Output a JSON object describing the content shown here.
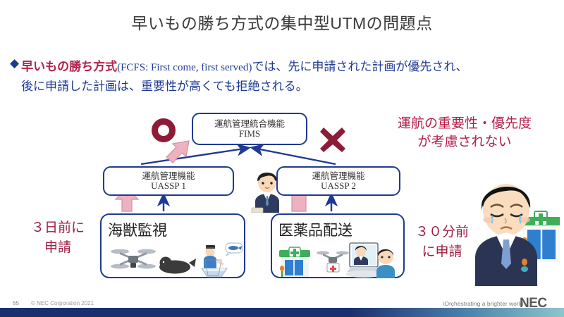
{
  "slide": {
    "title": "早いもの勝ち方式の集中型UTMの問題点",
    "page_number": "65",
    "copyright": "© NEC Corporation 2021",
    "tagline": "\\Orchestrating a brighter world",
    "logo": "NEC"
  },
  "bullet": {
    "marker": "◆",
    "emphasis": "早いもの勝ち方式",
    "parenthetical": "(FCFS: First come, first served)",
    "line1_rest": "では、先に申請された計画が優先され、",
    "line2": "後に申請した計画は、重要性が高くても拒絶される。"
  },
  "diagram": {
    "fims": {
      "line1": "運航管理統合機能",
      "line2": "FIMS"
    },
    "uassp1": {
      "line1": "運航管理機能",
      "line2": "UASSP 1"
    },
    "uassp2": {
      "line1": "運航管理機能",
      "line2": "UASSP 2"
    },
    "mission_left": "海獣監視",
    "mission_right": "医薬品配送",
    "apply_left_l1": "３日前に",
    "apply_left_l2": "申請",
    "apply_right_l1": "３０分前",
    "apply_right_l2": "に申請",
    "accept_mark": "circle-mark-accepted",
    "reject_mark": "cross-mark-rejected"
  },
  "note": {
    "line1": "運航の重要性・優先度",
    "line2": "が考慮されない"
  },
  "colors": {
    "navy": "#1f3a93",
    "crimson": "#b3204a",
    "dark_red": "#8c1c37",
    "pink_arrow": "#e8a9b8",
    "footer_navy": "#1a2f6e",
    "title_gray": "#3a3a3a"
  }
}
